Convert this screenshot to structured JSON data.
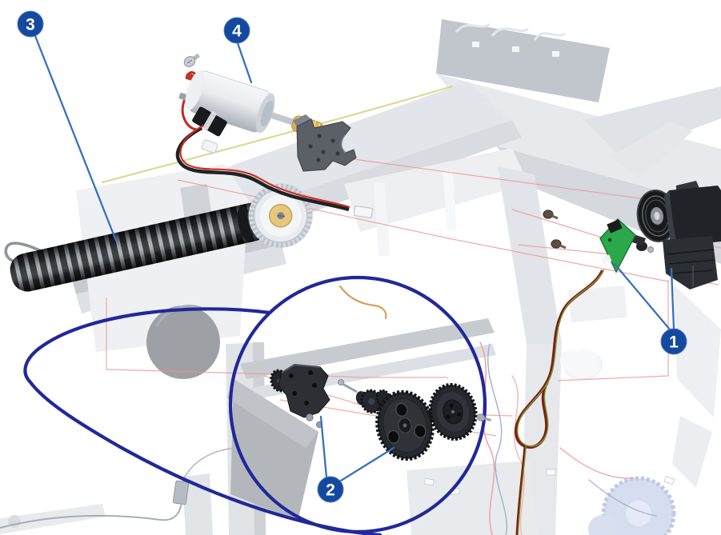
{
  "figure": {
    "kind": "printer-service-exploded-parts-diagram",
    "callouts": [
      {
        "number": "1"
      },
      {
        "number": "2"
      },
      {
        "number": "3"
      },
      {
        "number": "4"
      }
    ],
    "colors": {
      "background": "#ffffff",
      "callout_fill": "#15499f",
      "callout_text": "#ffffff",
      "leader_line": "#3a70bd",
      "magnifier_outline": "#20289a",
      "highlight_line": "#ef9392",
      "pcb_green": "#2ca84c",
      "worm_gear_gold": "#ddad55",
      "wire_red": "#cc2d20",
      "wire_maroon": "#7c2014",
      "wire_green": "#7f9c33",
      "wire_yellow": "#d9d48a"
    }
  }
}
